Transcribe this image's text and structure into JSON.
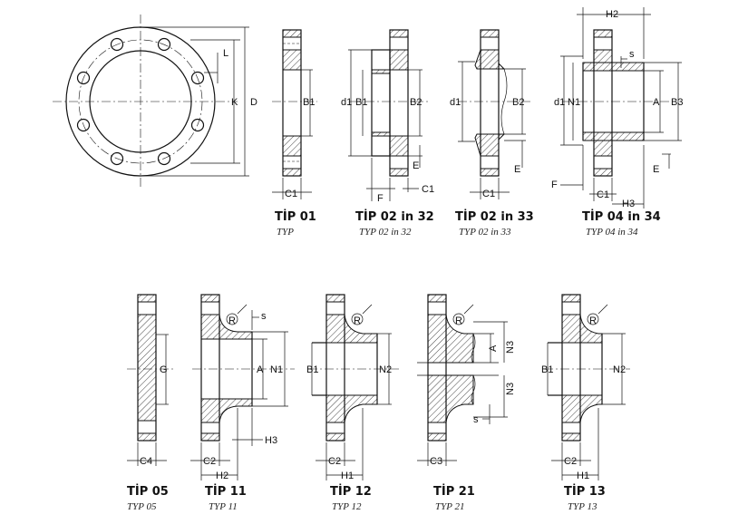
{
  "front_view": {
    "labels": {
      "L": "L",
      "K": "K",
      "D": "D"
    }
  },
  "types": [
    {
      "id": "tip01",
      "title": "TİP 01",
      "subtitle": "TYP",
      "labels": [
        "B1",
        "C1"
      ]
    },
    {
      "id": "tip02in32",
      "title": "TİP 02 in 32",
      "subtitle": "TYP 02 in 32",
      "labels": [
        "d1",
        "B1",
        "B2",
        "E",
        "F",
        "C1"
      ]
    },
    {
      "id": "tip02in33",
      "title": "TİP 02 in 33",
      "subtitle": "TYP 02 in 33",
      "labels": [
        "d1",
        "B2",
        "E",
        "C1"
      ]
    },
    {
      "id": "tip04in34",
      "title": "TİP 04 in 34",
      "subtitle": "TYP 04 in 34",
      "labels": [
        "H2",
        "s",
        "d1",
        "N1",
        "A",
        "B3",
        "E",
        "F",
        "C1",
        "H3"
      ]
    },
    {
      "id": "tip05",
      "title": "TİP 05",
      "subtitle": "TYP 05",
      "labels": [
        "G",
        "C4"
      ]
    },
    {
      "id": "tip11",
      "title": "TİP 11",
      "subtitle": "TYP 11",
      "labels": [
        "R",
        "s",
        "A",
        "N1",
        "H3",
        "C2",
        "H2"
      ]
    },
    {
      "id": "tip12",
      "title": "TİP 12",
      "subtitle": "TYP 12",
      "labels": [
        "R",
        "B1",
        "N2",
        "C2",
        "H1"
      ]
    },
    {
      "id": "tip21",
      "title": "TİP 21",
      "subtitle": "TYP 21",
      "labels": [
        "R",
        "A",
        "N3",
        "N3",
        "s",
        "C3"
      ]
    },
    {
      "id": "tip13",
      "title": "TİP 13",
      "subtitle": "TYP 13",
      "labels": [
        "R",
        "B1",
        "N2",
        "C2",
        "H1"
      ]
    }
  ]
}
